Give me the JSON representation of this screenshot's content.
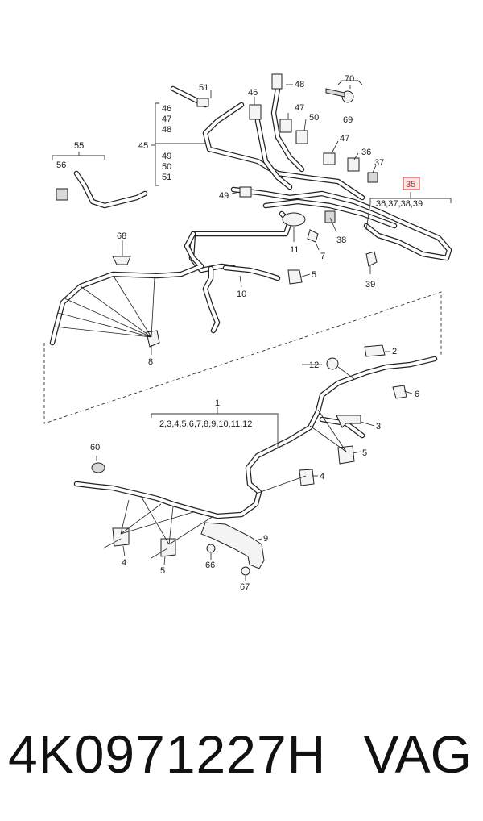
{
  "diagram": {
    "callouts": {
      "c1": "1",
      "c2": "2",
      "c3": "3",
      "c4a": "4",
      "c4b": "4",
      "c5a": "5",
      "c5b": "5",
      "c5c": "5",
      "c6": "6",
      "c7": "7",
      "c8": "8",
      "c9": "9",
      "c10": "10",
      "c11": "11",
      "c12": "12",
      "c35": "35",
      "c36": "36",
      "c37": "37",
      "c38": "38",
      "c39": "39",
      "c45": "45",
      "c46": "46",
      "c47": "47",
      "c48": "48",
      "c49": "49",
      "c50": "50",
      "c51": "51",
      "c55": "55",
      "c56": "56",
      "c60": "60",
      "c66": "66",
      "c67": "67",
      "c68": "68",
      "c69": "69",
      "c70": "70"
    },
    "group_1_items": "2,3,4,5,6,7,8,9,10,11,12",
    "group_35_items": "36,37,38,39",
    "group_45_items": [
      "46",
      "47",
      "48",
      "49",
      "50",
      "51"
    ]
  },
  "footer": {
    "part_number": "4K0971227H",
    "brand": "VAG"
  },
  "colors": {
    "line": "#222222",
    "highlight": "#d33333"
  }
}
